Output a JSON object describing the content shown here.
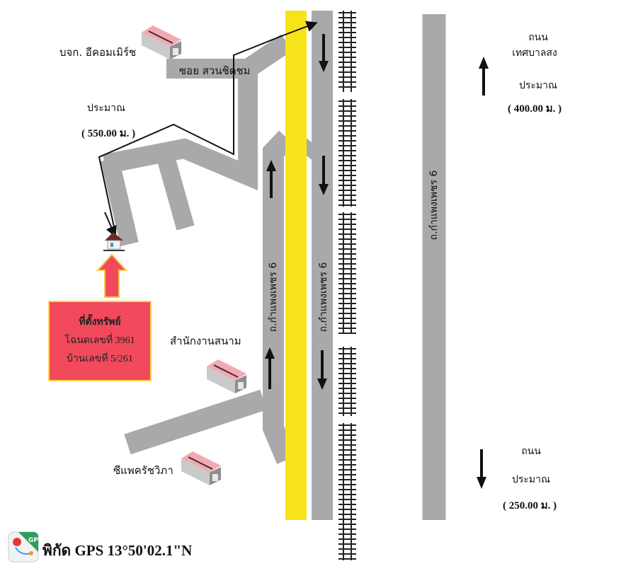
{
  "colors": {
    "road": "#a9a9ab",
    "highway": "#f7e31a",
    "rail": "#222222",
    "location_box": "#f2495c",
    "location_border": "#f5d84a",
    "arrow": "#111111"
  },
  "landmarks": {
    "ecommerce": "บจก. อีคอมเมิร์ช",
    "field_office": "สำนักงานสนาม",
    "cpac": "ซีแพครัชวิภา"
  },
  "roads": {
    "soi": "ซอย สวนชิดชม",
    "kamphaeng_left": "ถ.กำแพงเพชร 6",
    "kamphaeng_right": "ถ.กำแพงเพชร 6",
    "kamphaeng_far": "ถ.กำแพงเพชร 6"
  },
  "distances": {
    "route": {
      "label": "ประมาณ",
      "value": "( 550.00 ม. )"
    },
    "north": {
      "road": "ถนน",
      "road2": "เทศบาลสง",
      "label": "ประมาณ",
      "value": "( 400.00 ม. )"
    },
    "south": {
      "road": "ถนน",
      "label": "ประมาณ",
      "value": "( 250.00 ม. )"
    }
  },
  "location": {
    "title": "ที่ตั้งทรัพย์",
    "deed": "โฉนดเลขที่ 3961",
    "house_no": "บ้านเลขที่  5/261"
  },
  "gps": {
    "icon_label": "GPS",
    "text": "พิกัด GPS 13°50'02.1\"N"
  }
}
